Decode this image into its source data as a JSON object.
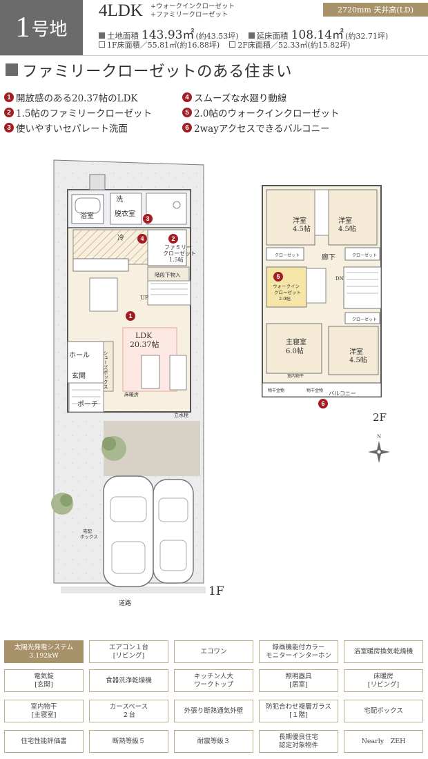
{
  "header": {
    "lot_number": "1",
    "lot_suffix": "号地",
    "layout_type": "4LDK",
    "features_line1": "+ウォークインクローゼット",
    "features_line2": "+ファミリークローゼット",
    "ceiling": "2720mm 天井高(LD)",
    "land_area_label": "土地面積",
    "land_area_value": "143.93㎡",
    "land_area_tsubo": "(約43.53坪)",
    "floor_area_label": "延床面積",
    "floor_area_value": "108.14㎡",
    "floor_area_tsubo": "(約32.71坪)",
    "floor1_area": "1F床面積／55.81㎡(約16.88坪)",
    "floor2_area": "2F床面積／52.33㎡(約15.82坪)"
  },
  "headline": "ファミリークローゼットのある住まい",
  "features": [
    {
      "num": "1",
      "text": "開放感のある20.37帖のLDK"
    },
    {
      "num": "2",
      "text": "1.5帖のファミリークローゼット"
    },
    {
      "num": "3",
      "text": "使いやすいセパレート洗面"
    },
    {
      "num": "4",
      "text": "スムーズな水廻り動線"
    },
    {
      "num": "5",
      "text": "2.0帖のウォークインクローゼット"
    },
    {
      "num": "6",
      "text": "2wayアクセスできるバルコニー"
    }
  ],
  "plan1f": {
    "bath": "浴室",
    "wash": "洗",
    "dressing": "脱衣室",
    "fridge": "冷",
    "fam_closet_1": "ファミリー",
    "fam_closet_2": "クローゼット",
    "fam_closet_3": "1.5帖",
    "under_stair": "階段下物入",
    "up": "UP",
    "ldk": "LDK",
    "ldk_size": "20.37帖",
    "hall": "ホール",
    "entrance": "玄関",
    "shoe_box": "シューズボックス",
    "porch": "ポーチ",
    "floor_heating": "床暖房",
    "faucet": "立水栓",
    "delivery_box_1": "宅配",
    "delivery_box_2": "ボックス",
    "road": "道路",
    "floor": "1F"
  },
  "plan2f": {
    "room_w": "洋室",
    "room_w_size": "4.5帖",
    "room_e": "洋室",
    "room_e_size": "4.5帖",
    "closet": "クローゼット",
    "corridor": "廊下",
    "wic_1": "ウォークイン",
    "wic_2": "クローゼット",
    "wic_3": "2.0帖",
    "dn": "DN",
    "master": "主寝室",
    "master_size": "6.0帖",
    "room_se": "洋室",
    "room_se_size": "4.5帖",
    "indoor_dry": "室内物干",
    "dry_hardware": "物干金物",
    "balcony": "バルコニー",
    "floor": "2F",
    "north": "N"
  },
  "equipment": [
    [
      "太陽光発電システム\n3.192kW",
      "エアコン１台\n[リビング]",
      "エコワン",
      "録画機能付カラー\nモニターインターホン",
      "浴室暖房換気乾燥機"
    ],
    [
      "電気錠\n[玄関]",
      "食器洗浄乾燥機",
      "キッチン人大\nワークトップ",
      "照明器具\n[居室]",
      "床暖房\n[リビング]"
    ],
    [
      "室内物干\n[主寝室]",
      "カースペース\n２台",
      "外張り断熱通気外壁",
      "防犯合わせ複層ガラス\n[１階]",
      "宅配ボックス"
    ],
    [
      "住宅性能評価書",
      "断熱等級５",
      "耐震等級３",
      "長期優良住宅\n認定対象物件",
      "Nearly　ZEH"
    ]
  ],
  "colors": {
    "accent_gold": "#a8926a",
    "badge_gray": "#6b6b6b",
    "marker_red": "#a31c22"
  }
}
